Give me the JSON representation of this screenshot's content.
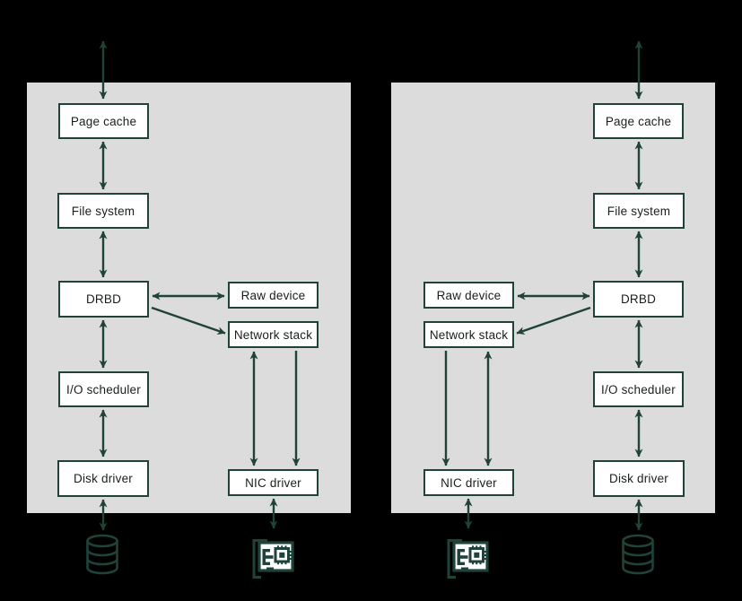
{
  "colors": {
    "background": "#000000",
    "panel": "#dcdcdc",
    "box_fill": "#ffffff",
    "box_border": "#1f4239",
    "arrow": "#1f4239",
    "text": "#191f1d"
  },
  "nodes": {
    "left": {
      "page_cache": "Page cache",
      "file_system": "File system",
      "drbd": "DRBD",
      "raw_device": "Raw device",
      "network_stack": "Network stack",
      "io_scheduler": "I/O scheduler",
      "disk_driver": "Disk driver",
      "nic_driver": "NIC driver"
    },
    "right": {
      "page_cache": "Page cache",
      "file_system": "File system",
      "drbd": "DRBD",
      "raw_device": "Raw device",
      "network_stack": "Network stack",
      "io_scheduler": "I/O scheduler",
      "disk_driver": "Disk driver",
      "nic_driver": "NIC driver"
    }
  },
  "icons": {
    "left_disk": "database-cylinder",
    "left_nic": "network-interface-card",
    "right_nic": "network-interface-card",
    "right_disk": "database-cylinder"
  }
}
